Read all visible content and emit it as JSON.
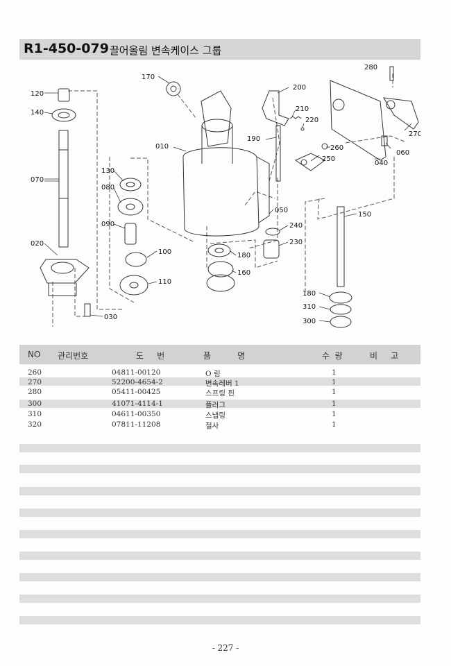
{
  "header": {
    "code": "R1-450-079",
    "name": "끌어올림 변속케이스 그룹"
  },
  "diagram": {
    "callouts": [
      "280",
      "120",
      "170",
      "200",
      "140",
      "210",
      "220",
      "270",
      "010",
      "190",
      "260",
      "060",
      "250",
      "040",
      "130",
      "070",
      "080",
      "050",
      "150",
      "090",
      "240",
      "230",
      "020",
      "180",
      "100",
      "160",
      "110",
      "180",
      "030",
      "310",
      "300"
    ]
  },
  "table": {
    "headers": {
      "no": "NO",
      "code": "관리번호",
      "part_no": "도     번",
      "name": "품          명",
      "qty": "수  량",
      "remark": "비     고"
    },
    "rows": [
      {
        "no": "260",
        "part_no": "04811-00120",
        "name": "O 링",
        "qty": "1"
      },
      {
        "no": "270",
        "part_no": "52200-4654-2",
        "name": "변속레버 1",
        "qty": "1"
      },
      {
        "no": "280",
        "part_no": "05411-00425",
        "name": "스프링 핀",
        "qty": "1"
      },
      {
        "no": "300",
        "part_no": "41071-4114-1",
        "name": "플러그",
        "qty": "1"
      },
      {
        "no": "310",
        "part_no": "04611-00350",
        "name": "스냅링",
        "qty": "1"
      },
      {
        "no": "320",
        "part_no": "07811-11208",
        "name": "철사",
        "qty": "1"
      }
    ]
  },
  "footer": {
    "page": "- 227 -"
  }
}
